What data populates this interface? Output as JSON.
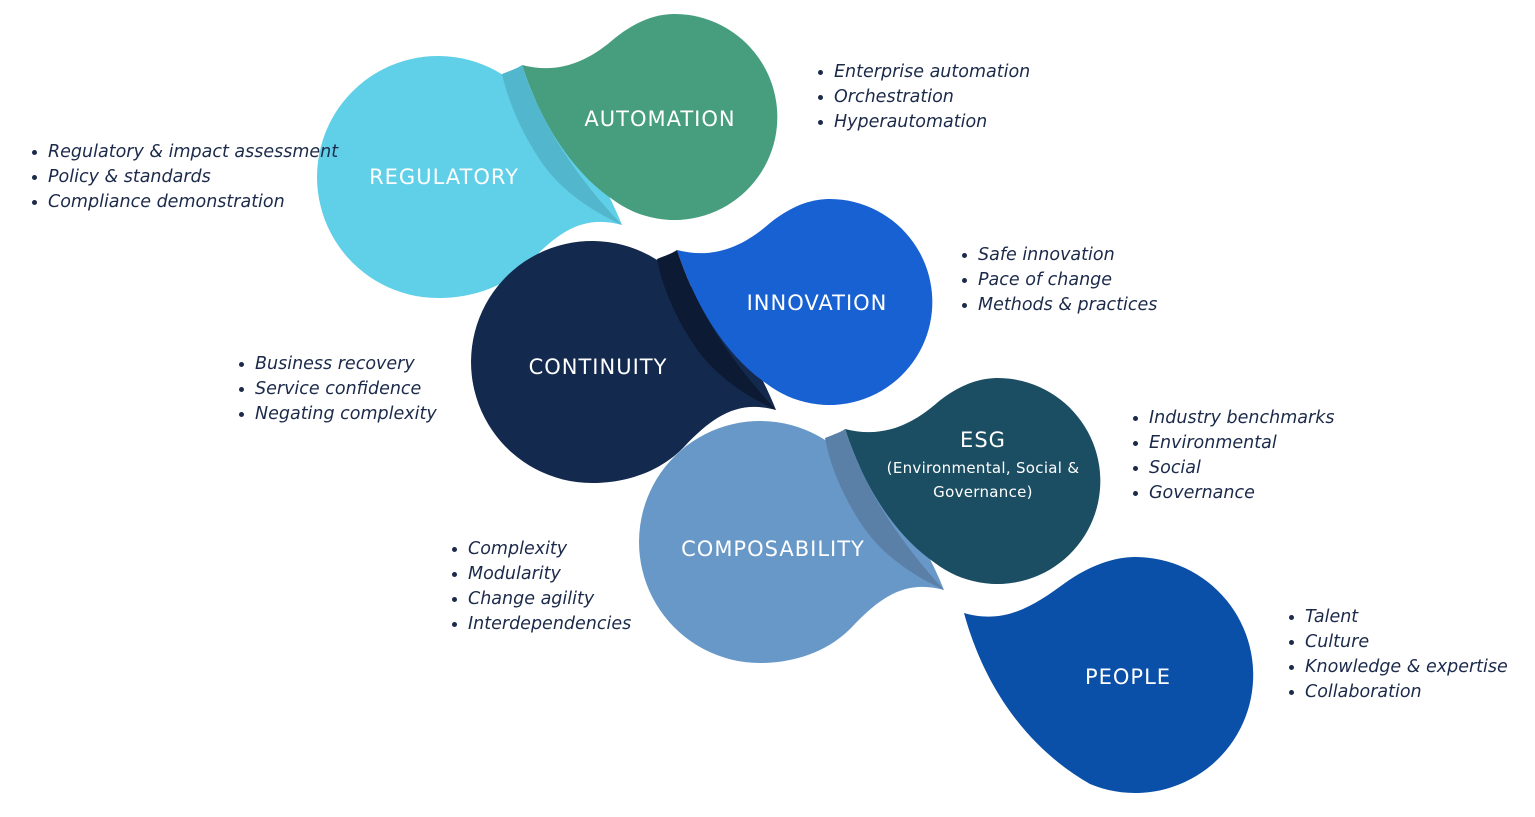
{
  "diagram": {
    "nodes": [
      {
        "id": "regulatory",
        "label": "REGULATORY",
        "color": "#60cfe8",
        "overlap_color": "#52b7cd",
        "bullets": [
          "Regulatory & impact assessment",
          "Policy & standards",
          "Compliance demonstration"
        ]
      },
      {
        "id": "automation",
        "label": "AUTOMATION",
        "color": "#479e7f",
        "bullets": [
          "Enterprise automation",
          "Orchestration",
          "Hyperautomation"
        ]
      },
      {
        "id": "continuity",
        "label": "CONTINUITY",
        "color": "#13294e",
        "overlap_color": "#0c1a33",
        "bullets": [
          "Business recovery",
          "Service confidence",
          "Negating complexity"
        ]
      },
      {
        "id": "innovation",
        "label": "INNOVATION",
        "color": "#1861d3",
        "bullets": [
          "Safe innovation",
          "Pace of change",
          "Methods & practices"
        ]
      },
      {
        "id": "composability",
        "label": "COMPOSABILITY",
        "color": "#6898c8",
        "overlap_color": "#5a80a8",
        "bullets": [
          "Complexity",
          "Modularity",
          "Change agility",
          "Interdependencies"
        ]
      },
      {
        "id": "esg",
        "label": "ESG",
        "sublabel_line1": "(Environmental, Social &",
        "sublabel_line2": "Governance)",
        "color": "#1b4e62",
        "bullets": [
          "Industry benchmarks",
          "Environmental",
          "Social",
          "Governance"
        ]
      },
      {
        "id": "people",
        "label": "PEOPLE",
        "color": "#0a4fa8",
        "bullets": [
          "Talent",
          "Culture",
          "Knowledge & expertise",
          "Collaboration"
        ]
      }
    ]
  }
}
